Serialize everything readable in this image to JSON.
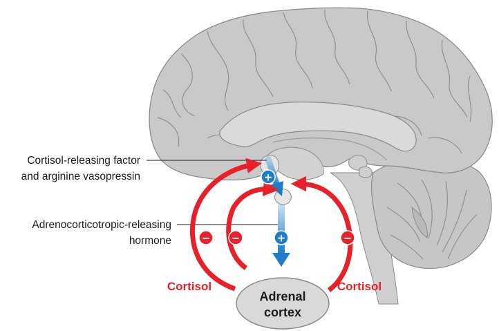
{
  "labels": {
    "crf_line1": "Cortisol-releasing factor",
    "crf_line2": "and arginine vasopressin",
    "acth_line1": "Adrenocorticotropic-releasing",
    "acth_line2": "hormone",
    "cortisol_left": "Cortisol",
    "cortisol_right": "Cortisol",
    "adrenal_line1": "Adrenal",
    "adrenal_line2": "cortex"
  },
  "signs": {
    "positive": "+",
    "negative": "−"
  },
  "colors": {
    "brain_fill": "#c9c9c9",
    "brain_stroke": "#8a8a8a",
    "feedback_red": "#e8202a",
    "hormone_blue": "#1f7cc8",
    "adrenal_fill": "#d9d9d9"
  },
  "icons": {
    "stimulate": "plus-circle-icon",
    "inhibit": "minus-circle-icon"
  }
}
